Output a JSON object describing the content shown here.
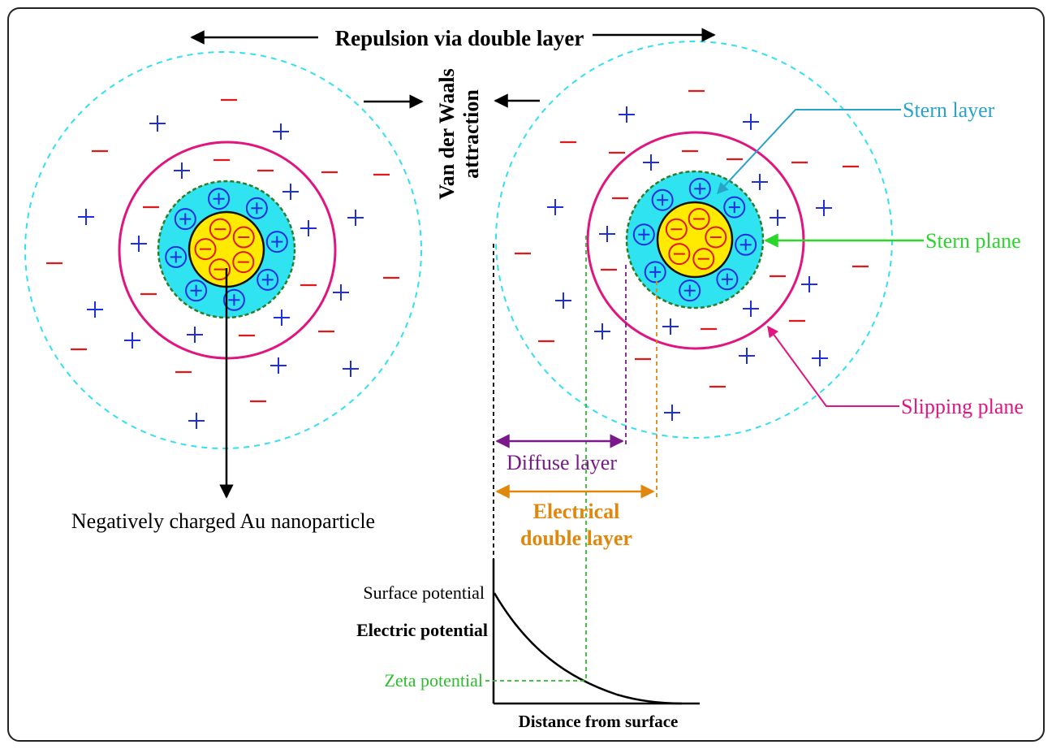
{
  "labels": {
    "repulsion": "Repulsion via double layer",
    "vdw_line1": "Van der Waals",
    "vdw_line2": "attraction",
    "stern_layer": "Stern layer",
    "stern_plane": "Stern plane",
    "slipping_plane": "Slipping plane",
    "diffuse_layer": "Diffuse layer",
    "edl_line1": "Electrical",
    "edl_line2": "double layer",
    "nanoparticle": "Negatively charged Au nanoparticle",
    "surface_potential": "Surface potential",
    "electric_potential": "Electric potential",
    "zeta_potential": "Zeta potential",
    "distance": "Distance from surface"
  },
  "symbols": {
    "plus": "+",
    "minus": "−"
  },
  "colors": {
    "frame": "#222222",
    "dashed_circle": "#33e0f0",
    "slipping_plane": "#e0157f",
    "stern_fill": "#2fe3f0",
    "stern_border": "#2a7f2a",
    "core_fill": "#ffea00",
    "core_border": "#111111",
    "plus": "#1f2fe0",
    "minus": "#e01a1a",
    "stern_layer_text": "#2aa3c8",
    "stern_plane_text": "#29d629",
    "diffuse": "#7a1a8a",
    "edl": "#e0880e",
    "zeta": "#2bbf2b"
  }
}
